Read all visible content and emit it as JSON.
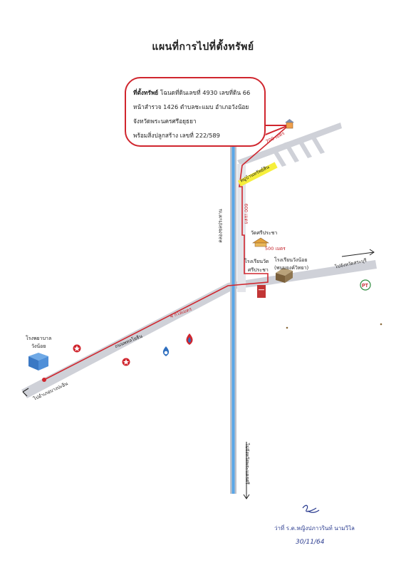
{
  "title": "แผนที่การไปที่ตั้งทรัพย์",
  "info": {
    "label": "ที่ตั้งทรัพย์",
    "line1": "โฉนดที่ดินเลขที่ 4930 เลขที่ดิน 66",
    "line2": "หน้าสำรวจ 1426 ตำบลชะแมบ อำเภอวังน้อย",
    "line3": "จังหวัดพระนครศรีอยุธยา",
    "line4": "พร้อมสิ่งปลูกสร้าง เลขที่ 222/589"
  },
  "labels": {
    "canal": "คลองชลประทาน",
    "village": "หมู่บ้านทรัพย์สิน",
    "temple": "วัดศรีประชา",
    "school_left_1": "โรงเรียนวัด",
    "school_left_2": "ศรีประชา",
    "school_right_1": "โรงเรียนวังน้อย",
    "school_right_2": "(พนมยงค์วิทยา)",
    "to_suphanburi": "ไปจังหวัดสระบุรี",
    "main_road": "ถนนพหลโยธิน",
    "hospital_1": "โรงพยาบาล",
    "hospital_2": "วังน้อย",
    "to_bangpa_in": "ไปอำเภอบางปะอิน",
    "to_ayutthaya": "ไปจังหวัดพระนครศรี"
  },
  "distances": {
    "d700": "700 เมตร",
    "d600": "600 เมตร",
    "d500": "500 เมตร",
    "d4km": "4 กิโลเมตร"
  },
  "signature": {
    "name": "ว่าที่ ร.ต.หญิงปภาวรินท์ นามวิไล",
    "date": "30/11/64"
  },
  "colors": {
    "road": "#cfd1d8",
    "route": "#d0262e",
    "canal": "#5aa7e8",
    "box_border": "#d0262e",
    "village_label_bg": "#f6ef3c",
    "signature": "#2a3b8f"
  },
  "icons": {
    "property": "house-icon",
    "hospital": "building-icon",
    "fuel1": "caltex-star-icon",
    "fuel2": "ptt-drop-icon",
    "fuel3": "ptt-shell-icon",
    "pt": "pt-logo-icon"
  }
}
